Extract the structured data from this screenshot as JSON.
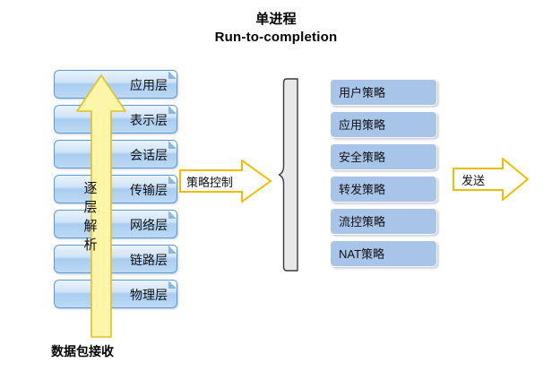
{
  "title": {
    "line1": "单进程",
    "line2": "Run-to-completion"
  },
  "osi_stack": {
    "name": "osi-protocol-stack",
    "layers": [
      {
        "label": "应用层"
      },
      {
        "label": "表示层"
      },
      {
        "label": "会话层"
      },
      {
        "label": "传输层"
      },
      {
        "label": "网络层"
      },
      {
        "label": "链路层"
      },
      {
        "label": "物理层"
      }
    ]
  },
  "up_arrow": {
    "name": "layer-by-layer-parse-arrow",
    "text_chars": [
      "逐",
      "层",
      "解",
      "析"
    ],
    "text_full": "逐层解析",
    "color": "#fff6b0",
    "border_color": "#e8c200"
  },
  "caption": {
    "receive": "数据包接收"
  },
  "arrows": {
    "policy_control": {
      "label": "策略控制",
      "fill": "#ffffff",
      "border": "#f0b800"
    },
    "send": {
      "label": "发送",
      "fill": "#ffffff",
      "border": "#f0b800"
    }
  },
  "brace": {
    "name": "left-curly-brace",
    "fill": "#e6e6e6",
    "stroke": "#3a3a3a"
  },
  "policy_list": {
    "name": "policy-stack",
    "fill": "#a8c4e8",
    "items": [
      {
        "label": "用户策略"
      },
      {
        "label": "应用策略"
      },
      {
        "label": "安全策略"
      },
      {
        "label": "转发策略"
      },
      {
        "label": "流控策略"
      },
      {
        "label": "NAT策略"
      }
    ]
  }
}
